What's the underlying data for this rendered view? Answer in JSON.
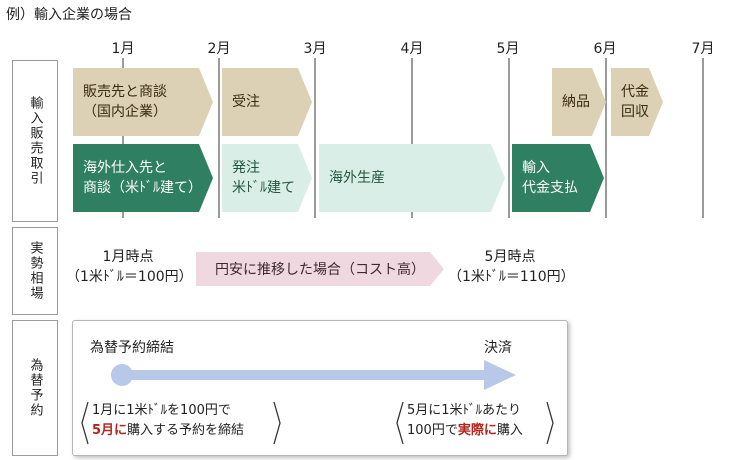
{
  "title": "例）輸入企業の場合",
  "months": [
    "1月",
    "2月",
    "3月",
    "4月",
    "5月",
    "6月",
    "7月"
  ],
  "sections": {
    "sales": "輸入販売取引",
    "rate": "実勢相場",
    "forward": "為替予約"
  },
  "sales_row_top": {
    "negotiate_domestic": "販売先と商談\n（国内企業）",
    "order_received": "受注",
    "delivery": "納品",
    "collection": "代金\n回収"
  },
  "sales_row_bottom": {
    "negotiate_overseas": "海外仕入先と\n商談（米ﾄﾞﾙ建て）",
    "order_placed": "発注\n米ﾄﾞﾙ建て",
    "production": "海外生産",
    "import_payment": "輸入\n代金支払"
  },
  "rate_row": {
    "jan_label": "1月時点",
    "jan_rate": "（1米ﾄﾞﾙ＝100円）",
    "trend": "円安に推移した場合（コスト高）",
    "may_label": "5月時点",
    "may_rate": "（1米ﾄﾞﾙ＝110円）"
  },
  "forward_box": {
    "start_label": "為替予約締結",
    "end_label": "決済",
    "left_note_line1": "1月に1米ﾄﾞﾙを100円で",
    "left_note_red": "5月に",
    "left_note_line2_rest": "購入する予約を締結",
    "right_note_line1": "5月に1米ﾄﾞﾙあたり",
    "right_note_prefix": "100円で",
    "right_note_red": "実際に",
    "right_note_suffix": "購入"
  },
  "colors": {
    "tan": "#dcd1b4",
    "dark_green": "#2f7f63",
    "mint": "#d9eee6",
    "pink": "#f0d8e0",
    "timeline": "#b8c8e8",
    "accent_red": "#b3261e"
  }
}
